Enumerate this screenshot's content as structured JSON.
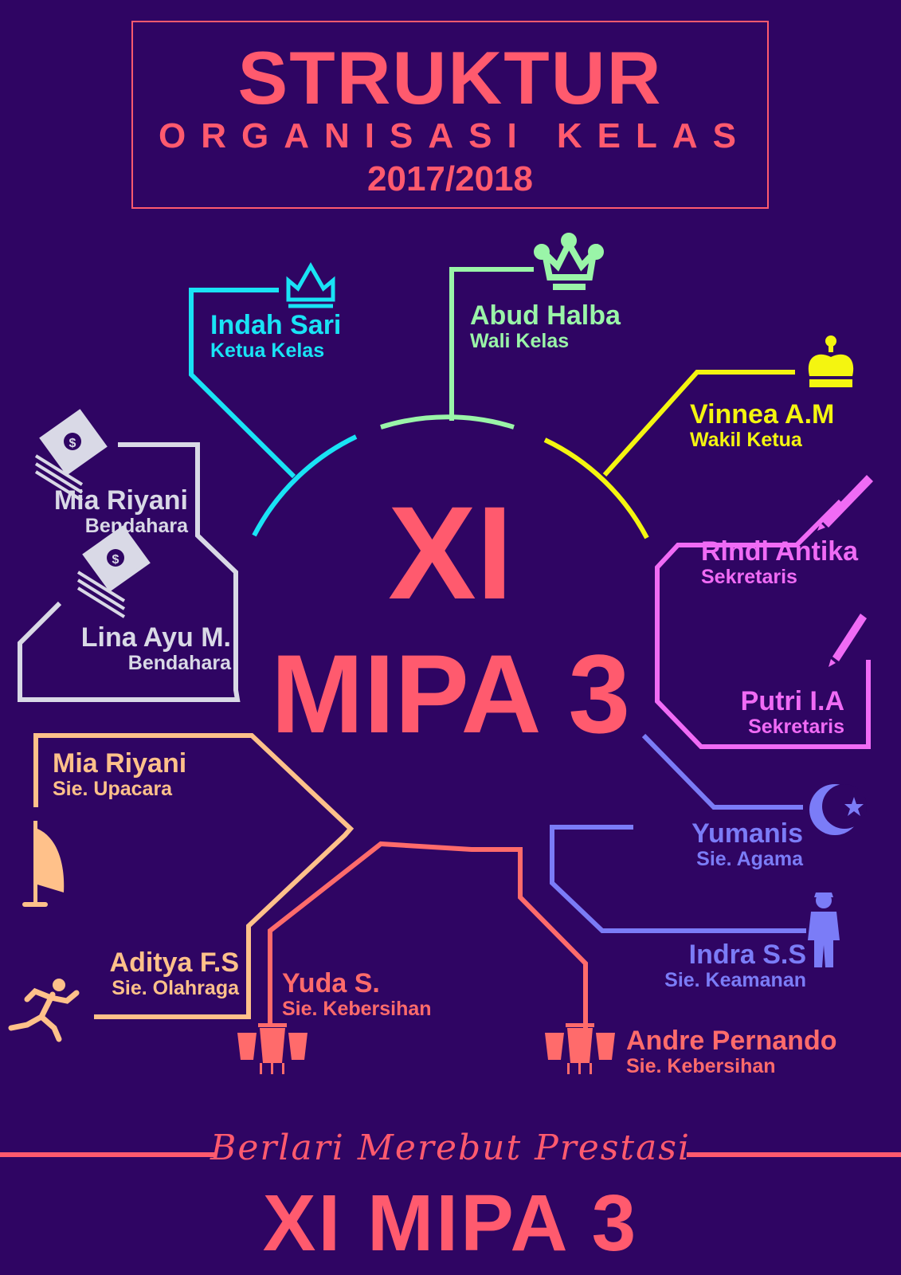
{
  "title": {
    "main": "STRUKTUR",
    "sub": "ORGANISASI KELAS",
    "year": "2017/2018"
  },
  "center": {
    "line1": "XI",
    "line2": "MIPA 3"
  },
  "members": [
    {
      "name": "Indah Sari",
      "role": "Ketua Kelas",
      "color": "#19e3f5",
      "icon": "crown-icon"
    },
    {
      "name": "Abud Halba",
      "role": "Wali Kelas",
      "color": "#9af5a8",
      "icon": "crown-icon"
    },
    {
      "name": "Vinnea A.M",
      "role": "Wakil Ketua",
      "color": "#f4f510",
      "icon": "king-crown-icon"
    },
    {
      "name": "Mia Riyani",
      "role": "Bendahara",
      "color": "#d9d9e6",
      "icon": "money-icon"
    },
    {
      "name": "Lina Ayu M.",
      "role": "Bendahara",
      "color": "#d9d9e6",
      "icon": "money-icon"
    },
    {
      "name": "Rindi Antika",
      "role": "Sekretaris",
      "color": "#f06bf5",
      "icon": "pen-icon"
    },
    {
      "name": "Putri I.A",
      "role": "Sekretaris",
      "color": "#f06bf5",
      "icon": "pen-icon"
    },
    {
      "name": "Mia Riyani",
      "role": "Sie. Upacara",
      "color": "#ffc18a",
      "icon": "flag-icon"
    },
    {
      "name": "Yumanis",
      "role": "Sie. Agama",
      "color": "#7b7cf7",
      "icon": "crescent-star-icon"
    },
    {
      "name": "Indra S.S",
      "role": "Sie. Keamanan",
      "color": "#7b7cf7",
      "icon": "soldier-icon"
    },
    {
      "name": "Aditya F.S",
      "role": "Sie. Olahraga",
      "color": "#ffc18a",
      "icon": "runner-icon"
    },
    {
      "name": "Yuda S.",
      "role": "Sie. Kebersihan",
      "color": "#ff6b6b",
      "icon": "trash-bins-icon"
    },
    {
      "name": "Andre Pernando",
      "role": "Sie. Kebersihan",
      "color": "#ff6b6b",
      "icon": "trash-bins-icon"
    }
  ],
  "motto": "Berlari Merebut Prestasi",
  "footer": "XI MIPA 3",
  "colors": {
    "background": "#2f0563",
    "accent": "#ff5a6e"
  }
}
